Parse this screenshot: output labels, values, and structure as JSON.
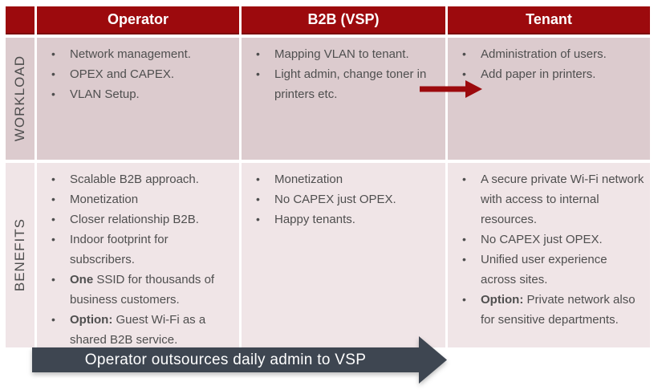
{
  "slide": {
    "corner_cell": "",
    "columns": [
      "Operator",
      "B2B (VSP)",
      "Tenant"
    ],
    "rows": [
      {
        "label": "WORKLOAD",
        "cells": [
          {
            "items": [
              [
                {
                  "text": "Network management."
                }
              ],
              [
                {
                  "text": "OPEX and CAPEX."
                }
              ],
              [
                {
                  "text": "VLAN Setup."
                }
              ]
            ]
          },
          {
            "items": [
              [
                {
                  "text": "Mapping VLAN to tenant."
                }
              ],
              [
                {
                  "text": "Light admin, change toner in printers etc."
                }
              ]
            ]
          },
          {
            "items": [
              [
                {
                  "text": "Administration of users."
                }
              ],
              [
                {
                  "text": "Add paper in printers."
                }
              ]
            ]
          }
        ]
      },
      {
        "label": "BENEFITS",
        "cells": [
          {
            "items": [
              [
                {
                  "text": "Scalable B2B approach."
                }
              ],
              [
                {
                  "text": "Monetization"
                }
              ],
              [
                {
                  "text": "Closer relationship B2B."
                }
              ],
              [
                {
                  "text": "Indoor footprint for subscribers."
                }
              ],
              [
                {
                  "text": "One",
                  "bold": true
                },
                {
                  "text": " SSID for thousands of business customers."
                }
              ],
              [
                {
                  "text": "Option:",
                  "bold": true
                },
                {
                  "text": " Guest Wi-Fi as a shared B2B service."
                }
              ]
            ]
          },
          {
            "items": [
              [
                {
                  "text": "Monetization"
                }
              ],
              [
                {
                  "text": "No CAPEX just OPEX."
                }
              ],
              [
                {
                  "text": "Happy tenants."
                }
              ]
            ]
          },
          {
            "items": [
              [
                {
                  "text": "A secure private Wi-Fi network with access to internal resources."
                }
              ],
              [
                {
                  "text": "No CAPEX just OPEX."
                }
              ],
              [
                {
                  "text": "Unified user experience across sites."
                }
              ],
              [
                {
                  "text": "Option:",
                  "bold": true
                },
                {
                  "text": " Private network also for sensitive departments."
                }
              ]
            ]
          }
        ]
      }
    ],
    "workload_arrow_icon": "right-arrow",
    "bottom_arrow": {
      "label": "Operator outsources daily admin to VSP"
    },
    "colors": {
      "header_red": "#9c0a0d",
      "workload_row_bg": "#dccbce",
      "benefits_row_bg": "#f0e5e7",
      "red_arrow": "#9c0a0d",
      "bottom_arrow_bg": "#3e4651",
      "text_gray": "#4f4f4f"
    }
  }
}
